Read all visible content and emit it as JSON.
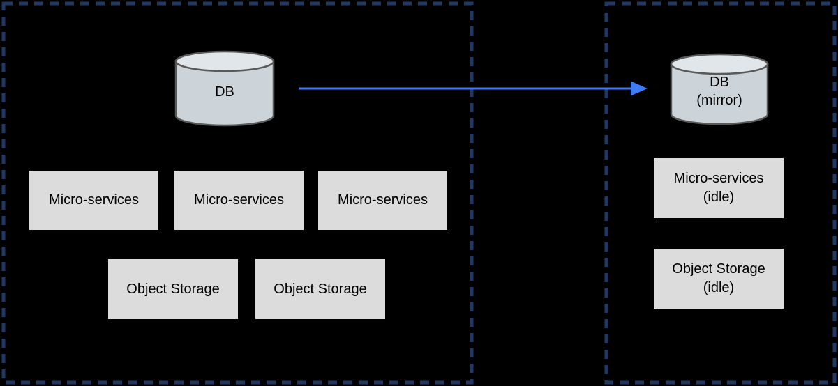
{
  "colors": {
    "background": "#000000",
    "zone_border": "#1f3864",
    "arrow": "#3e7bf4",
    "box_fill": "#dcdcdc",
    "cylinder_body": "#ccd4da",
    "cylinder_top": "#e0e6ea",
    "cylinder_stroke": "#595959",
    "text": "#000000"
  },
  "primary_zone": {
    "db": {
      "label": "DB"
    },
    "microservices": [
      {
        "label": "Micro-services"
      },
      {
        "label": "Micro-services"
      },
      {
        "label": "Micro-services"
      }
    ],
    "object_storage": [
      {
        "label": "Object Storage"
      },
      {
        "label": "Object Storage"
      }
    ]
  },
  "mirror_zone": {
    "db": {
      "label": "DB\n(mirror)"
    },
    "microservices": {
      "label": "Micro-services\n(idle)"
    },
    "object_storage": {
      "label": "Object Storage\n(idle)"
    }
  }
}
